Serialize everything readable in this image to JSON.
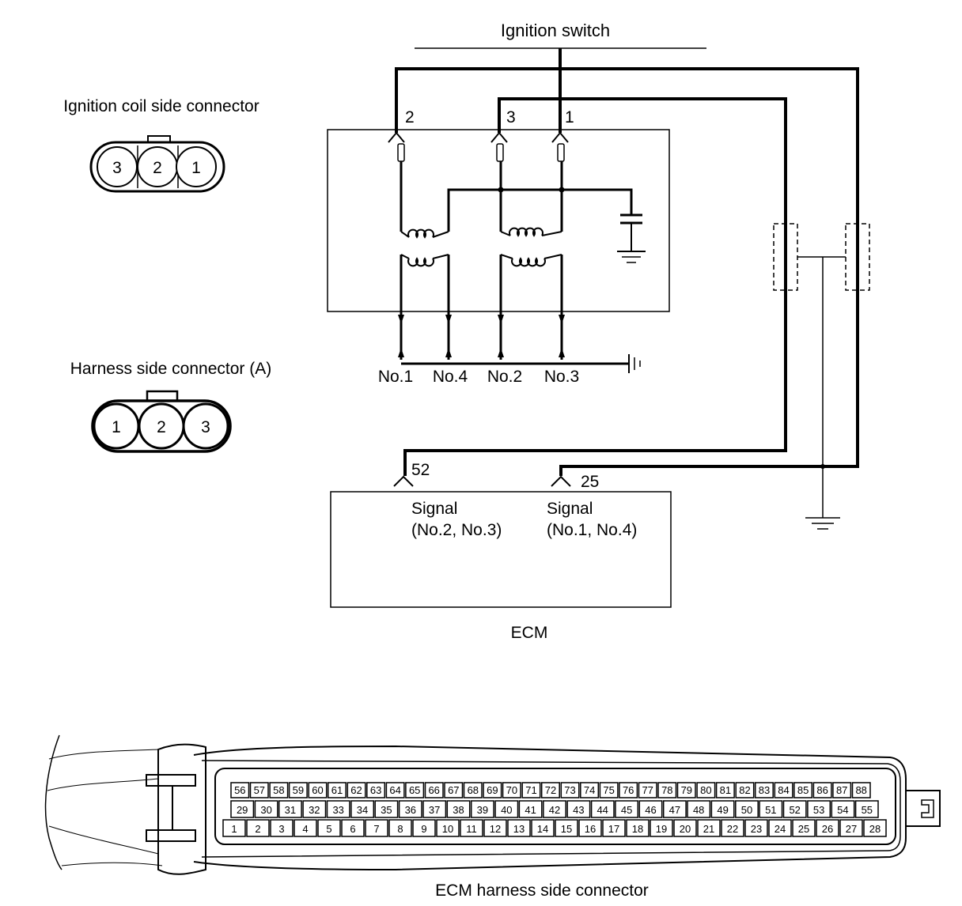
{
  "labels": {
    "ignition_switch": "Ignition switch",
    "coil_connector_title": "Ignition coil side connector",
    "harness_connector_title": "Harness side connector (A)",
    "ecm": "ECM",
    "ecm_connector_title": "ECM harness side connector"
  },
  "coil_connector_pins": [
    "3",
    "2",
    "1"
  ],
  "harness_connector_pins": [
    "1",
    "2",
    "3"
  ],
  "coil_terminals": [
    "2",
    "3",
    "1"
  ],
  "plug_labels": [
    "No.1",
    "No.4",
    "No.2",
    "No.3"
  ],
  "ecm_terminals": [
    "52",
    "25"
  ],
  "ecm_signals": [
    {
      "line1": "Signal",
      "line2": "(No.2, No.3)"
    },
    {
      "line1": "Signal",
      "line2": "(No.1, No.4)"
    }
  ],
  "ecm_connector_rows": {
    "top": [
      "56",
      "57",
      "58",
      "59",
      "60",
      "61",
      "62",
      "63",
      "64",
      "65",
      "66",
      "67",
      "68",
      "69",
      "70",
      "71",
      "72",
      "73",
      "74",
      "75",
      "76",
      "77",
      "78",
      "79",
      "80",
      "81",
      "82",
      "83",
      "84",
      "85",
      "86",
      "87",
      "88"
    ],
    "middle": [
      "29",
      "30",
      "31",
      "32",
      "33",
      "34",
      "35",
      "36",
      "37",
      "38",
      "39",
      "40",
      "41",
      "42",
      "43",
      "44",
      "45",
      "46",
      "47",
      "48",
      "49",
      "50",
      "51",
      "52",
      "53",
      "54",
      "55"
    ],
    "bottom": [
      "1",
      "2",
      "3",
      "4",
      "5",
      "6",
      "7",
      "8",
      "9",
      "10",
      "11",
      "12",
      "13",
      "14",
      "15",
      "16",
      "17",
      "18",
      "19",
      "20",
      "21",
      "22",
      "23",
      "24",
      "25",
      "26",
      "27",
      "28"
    ]
  }
}
